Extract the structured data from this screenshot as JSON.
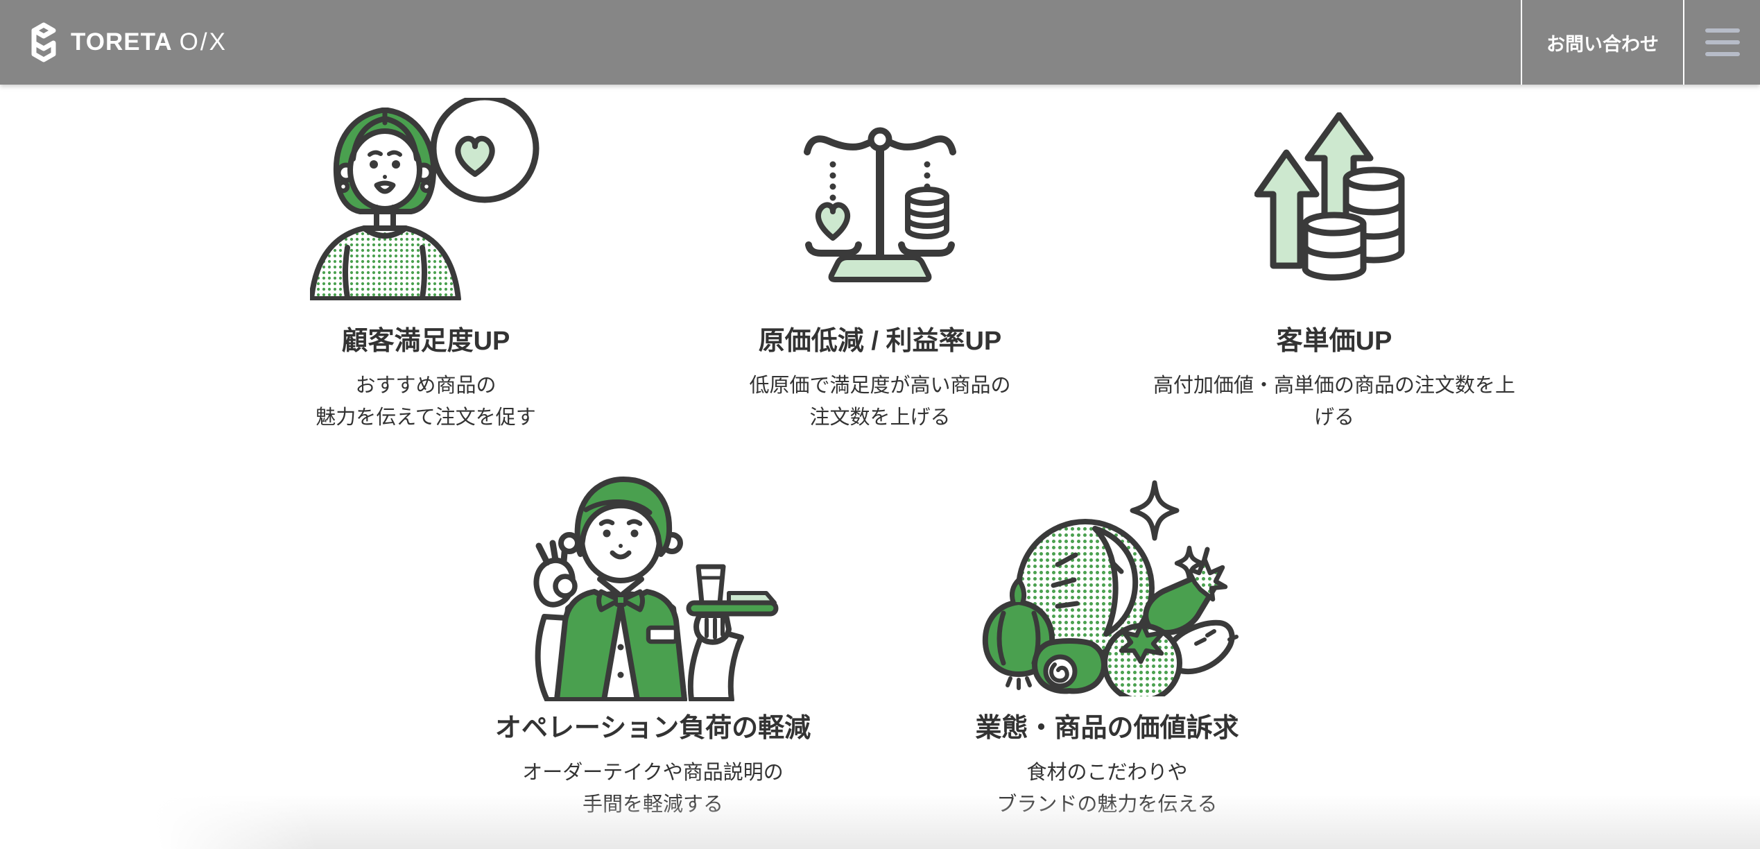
{
  "header": {
    "logo_brand": "TORETA",
    "logo_product": "O/X",
    "contact_label": "お問い合わせ"
  },
  "features": [
    {
      "title": "顧客満足度UP",
      "lines": [
        "おすすめ商品の",
        "魅力を伝えて注文を促す"
      ]
    },
    {
      "title": "原価低減 / 利益率UP",
      "lines": [
        "低原価で満足度が高い商品の",
        "注文数を上げる"
      ]
    },
    {
      "title": "客単価UP",
      "lines": [
        "高付加価値・高単価の商品の注文数を上",
        "げる"
      ]
    },
    {
      "title": "オペレーション負荷の軽減",
      "lines": [
        "オーダーテイクや商品説明の",
        "手間を軽減する"
      ]
    },
    {
      "title": "業態・商品の価値訴求",
      "lines": [
        "食材のこだわりや",
        "ブランドの魅力を伝える"
      ]
    }
  ],
  "colors": {
    "header_bg": "#868686",
    "accent_green": "#4aa04f",
    "light_green": "#cde8cf",
    "outline": "#3a3a3a",
    "text": "#333333",
    "hamburger_lines": "#b7bcc8"
  }
}
